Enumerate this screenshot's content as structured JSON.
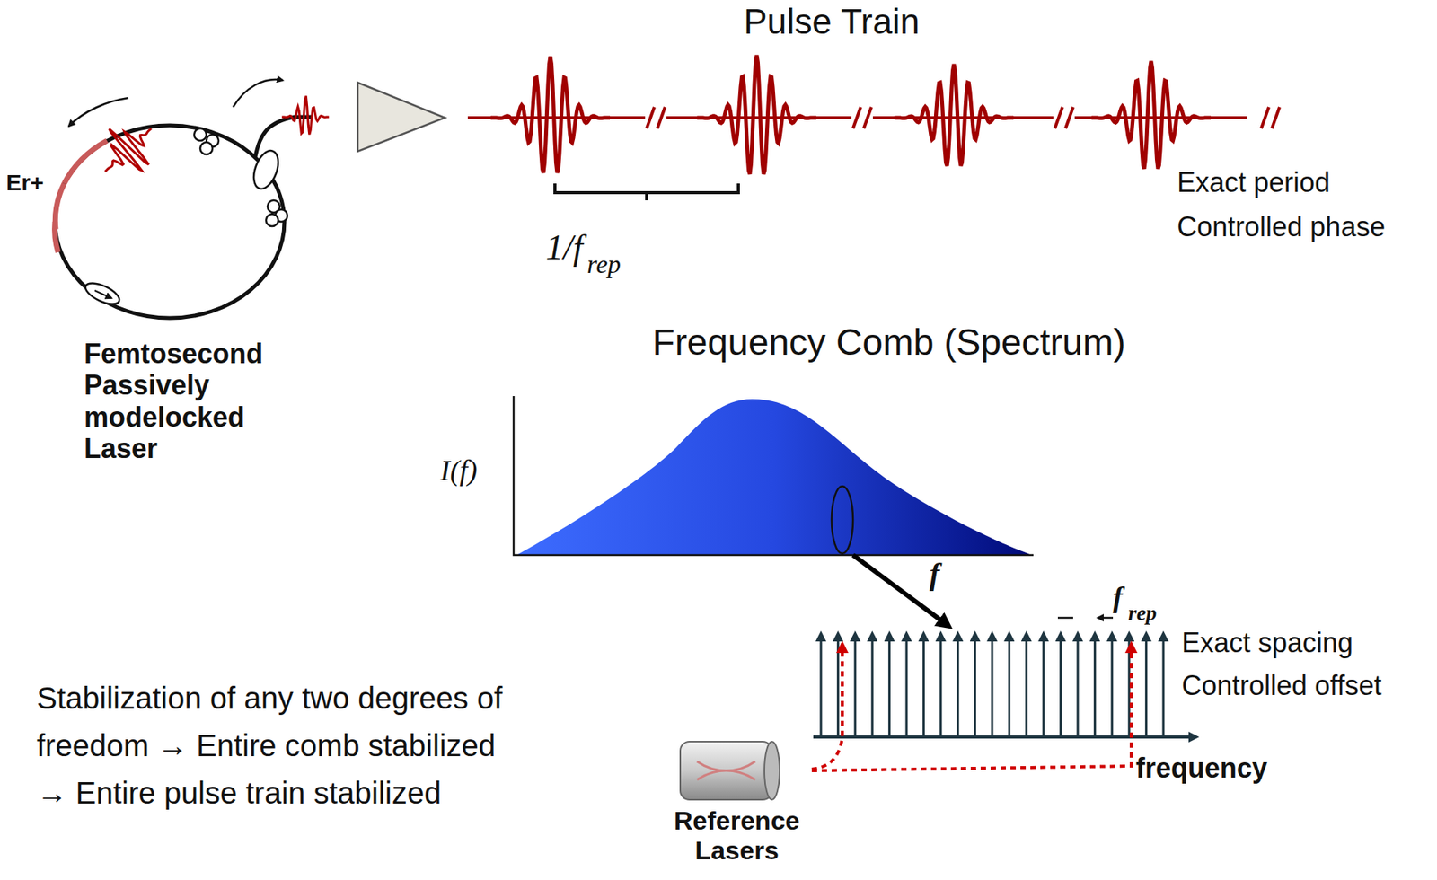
{
  "diagram": {
    "labels": [
      "Pulse Train",
      "Er+",
      "Femtosecond Passively modelocked Laser",
      "1/f",
      "rep",
      "Exact period",
      "Controlled phase",
      "Frequency Comb (Spectrum)",
      "I(f)",
      "f",
      "f",
      "rep",
      "Exact spacing",
      "Controlled offset",
      "frequency",
      "Reference Lasers",
      "Stabilization of any two degrees of",
      "freedom → Entire comb stabilized",
      "→ Entire pulse train stabilized"
    ]
  }
}
